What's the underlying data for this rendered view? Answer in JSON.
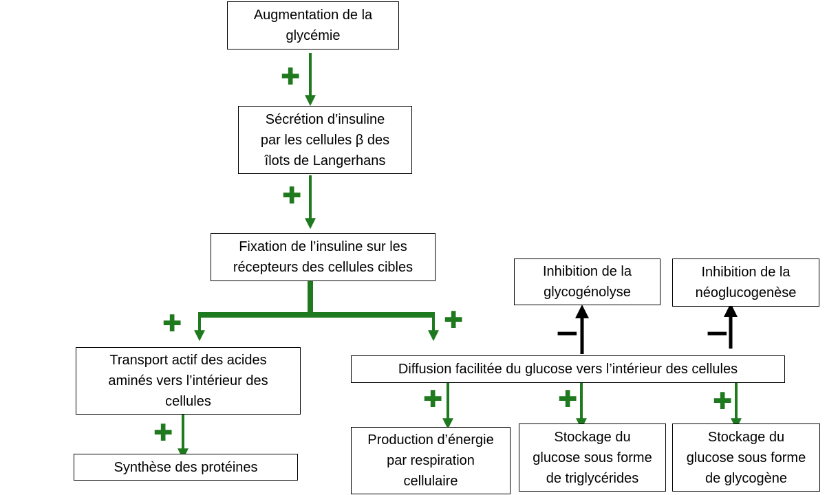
{
  "colors": {
    "activation": "#1f7a1f",
    "inhibition": "#000000"
  },
  "signs": {
    "plus": "✚",
    "minus": "−"
  },
  "boxes": {
    "hyperglycemia": "Augmentation de la\nglycémie",
    "insulin_secretion": "Sécrétion d’insuline\npar les cellules β des\nîlots de Langerhans",
    "insulin_binding": "Fixation de l’insuline sur les\nrécepteurs des cellules cibles",
    "amino_transport": "Transport actif des acides\naminés vers l’intérieur des\ncellules",
    "protein_synthesis": "Synthèse des protéines",
    "glucose_diffusion": "Diffusion facilitée du glucose vers l’intérieur des cellules",
    "glycogenolysis_inhibition": "Inhibition de la\nglycogénolyse",
    "neoglucogenesis_inhibition": "Inhibition de la\nnéoglucogenèse",
    "energy_production": "Production d’énergie\npar respiration\ncellulaire",
    "triglyceride_storage": "Stockage du\nglucose sous forme\nde triglycérides",
    "glycogen_storage": "Stockage du\nglucose sous forme\nde glycogène"
  }
}
